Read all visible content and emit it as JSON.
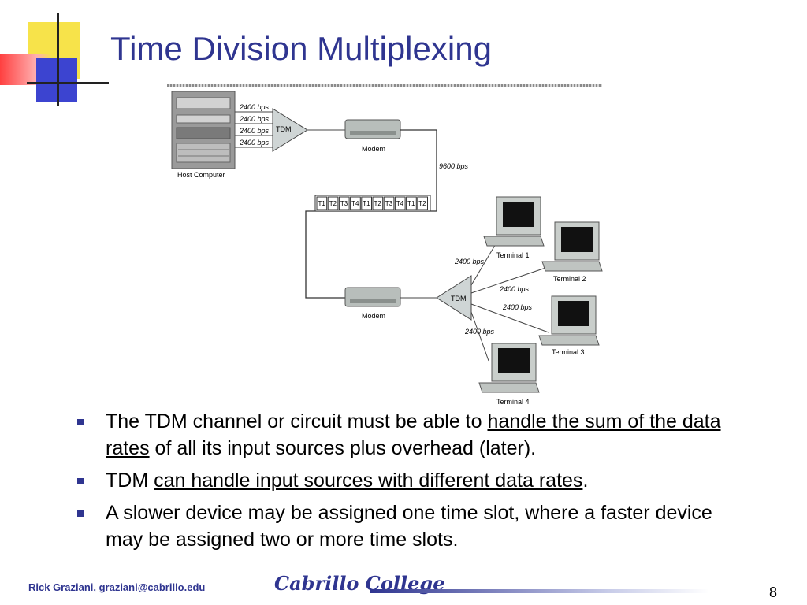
{
  "slide": {
    "title": "Time Division Multiplexing",
    "footer_author": "Rick Graziani, graziani@cabrillo.edu",
    "footer_logo": "Cabrillo College",
    "page_number": "8"
  },
  "diagram": {
    "host_label": "Host Computer",
    "tdm_label": "TDM",
    "modem_label": "Modem",
    "link_rate": "9600 bps",
    "input_rate": "2400 bps",
    "frame_slots": [
      "T1",
      "T2",
      "T3",
      "T4",
      "T1",
      "T2",
      "T3",
      "T4",
      "T1",
      "T2"
    ],
    "terminals": [
      "Terminal 1",
      "Terminal 2",
      "Terminal 3",
      "Terminal 4"
    ]
  },
  "bullets": [
    {
      "before": "The TDM channel or circuit must be able to ",
      "underlined": "handle the sum of the data rates",
      "after": " of all its input sources plus overhead (later)."
    },
    {
      "before": "TDM ",
      "underlined": "can handle input sources with different data rates",
      "after": "."
    },
    {
      "before": "A slower device may be assigned one time slot, where a faster device may be assigned two or more time slots.",
      "underlined": "",
      "after": ""
    }
  ]
}
